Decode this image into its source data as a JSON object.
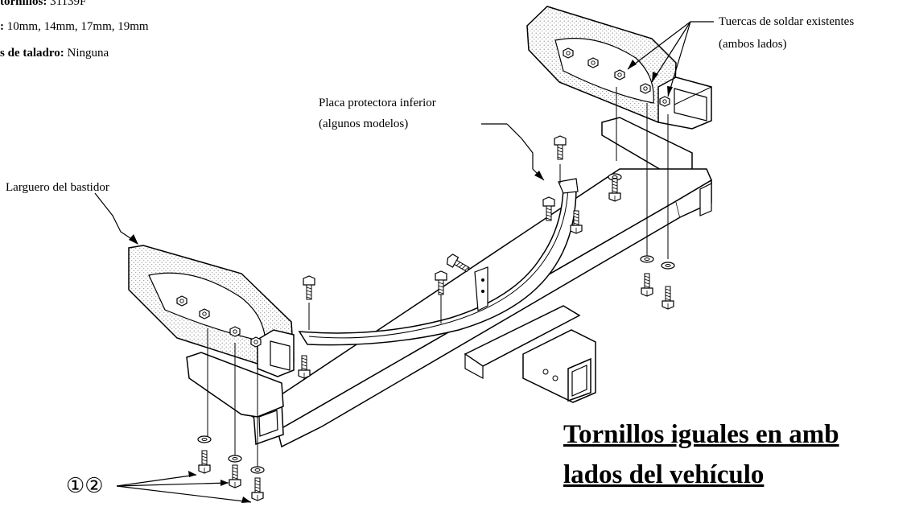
{
  "info": {
    "kit_label": "tornillos:",
    "kit_value": "31139F",
    "tools_label": ":",
    "tools_value": "10mm, 14mm, 17mm, 19mm",
    "drill_label": "s de taladro:",
    "drill_value": "Ninguna"
  },
  "callouts": {
    "weld_nuts_line1": "Tuercas de soldar existentes",
    "weld_nuts_line2": "(ambos lados)",
    "skid_plate_line1": "Placa protectora inferior",
    "skid_plate_line2": "(algunos modelos)",
    "frame_rail": "Larguero del bastidor",
    "bolt_refs": "①②"
  },
  "note": {
    "line1": "Tornillos iguales en amb",
    "line2": "lados del vehículo"
  },
  "colors": {
    "ink": "#000000",
    "paper": "#ffffff",
    "stipple": "#9a9a9a"
  }
}
